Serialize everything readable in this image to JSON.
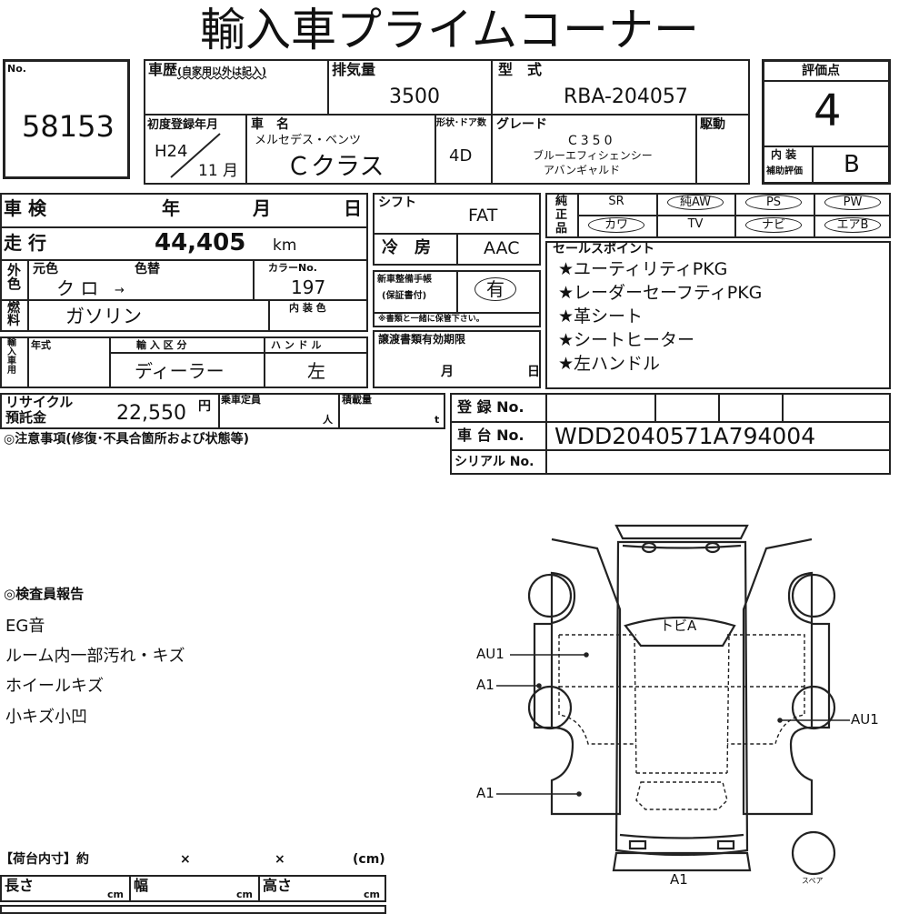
{
  "title": "輸入車プライムコーナー",
  "lot": {
    "label": "No.",
    "value": "58153"
  },
  "history": {
    "label": "車歴",
    "note": "(自家用以外は記入)",
    "value": ""
  },
  "displacement": {
    "label": "排気量",
    "value": "3500"
  },
  "model_code": {
    "label": "型　式",
    "value": "RBA-204057"
  },
  "first_reg": {
    "label": "初度登録年月",
    "year": "H24",
    "month": "11",
    "month_unit": "月"
  },
  "car_name": {
    "label": "車　名",
    "maker": "メルセデス・ベンツ",
    "model": "Ｃクラス"
  },
  "body": {
    "label": "形状･ドア数",
    "value": "4D"
  },
  "grade": {
    "label": "グレード",
    "line1": "C350",
    "line2": "ブルーエフィシェンシー",
    "line3": "アバンギャルド"
  },
  "drive": {
    "label": "駆動",
    "value": ""
  },
  "score": {
    "label": "評価点",
    "value": "4",
    "interior_label1": "内 装",
    "interior_label2": "補助評価",
    "interior_value": "B"
  },
  "inspection": {
    "label": "車 検",
    "year": "年",
    "month": "月",
    "day": "日"
  },
  "mileage": {
    "label": "走 行",
    "value": "44,405",
    "unit": "km"
  },
  "exterior": {
    "label": "外色",
    "orig_label": "元色",
    "change_label": "色替",
    "orig": "ク ロ",
    "arrow": "→",
    "color_no_label": "カラーNo.",
    "color_no": "197"
  },
  "fuel": {
    "label": "燃料",
    "value": "ガソリン",
    "interior_color_label": "内 装 色"
  },
  "import": {
    "label": "輸入車用",
    "year_label": "年式",
    "type_label": "輸 入 区 分",
    "type": "ディーラー",
    "handle_label": "ハ ン ド ル",
    "handle": "左"
  },
  "shift": {
    "label": "シフト",
    "value": "FAT"
  },
  "ac": {
    "label": "冷　房",
    "value": "AAC"
  },
  "service_book": {
    "label1": "新車整備手帳",
    "label2": "(保証書付)",
    "value": "有",
    "note": "※書類と一緒に保管下さい。"
  },
  "transfer": {
    "label": "譲渡書類有効期限",
    "month": "月",
    "day": "日"
  },
  "options": {
    "label": "純正品",
    "items": [
      {
        "t": "SR",
        "on": false
      },
      {
        "t": "純AW",
        "on": true
      },
      {
        "t": "PS",
        "on": true
      },
      {
        "t": "PW",
        "on": true
      },
      {
        "t": "カワ",
        "on": true
      },
      {
        "t": "TV",
        "on": false
      },
      {
        "t": "ナビ",
        "on": true
      },
      {
        "t": "エアB",
        "on": true
      }
    ]
  },
  "sales_points": {
    "label": "セールスポイント",
    "items": [
      "★ユーティリティPKG",
      "★レーダーセーフティPKG",
      "★革シート",
      "★シートヒーター",
      "★左ハンドル"
    ]
  },
  "recycle": {
    "label1": "リサイクル",
    "label2": "預託金",
    "value": "22,550",
    "unit": "円",
    "capacity_label": "乗車定員",
    "capacity_unit": "人",
    "load_label": "積載量",
    "load_unit": "t"
  },
  "notes_label": "◎注意事項(修復･不具合箇所および状態等)",
  "registration": {
    "reg_label": "登 録 No.",
    "chassis_label": "車 台 No.",
    "chassis": "WDD2040571A794004",
    "serial_label": "シリアル No."
  },
  "inspector": {
    "label": "◎検査員報告",
    "items": [
      "EG音",
      "ルーム内一部汚れ・キズ",
      "ホイールキズ",
      "小キズ小凹"
    ]
  },
  "cargo": {
    "label": "【荷台内寸】約",
    "x1": "×",
    "x2": "×",
    "unit": "(cm)",
    "length": "長さ",
    "width": "幅",
    "height": "高さ",
    "cm": "cm"
  },
  "diagram": {
    "windshield": "トビA",
    "marks": {
      "left_front_door": "AU1",
      "left_sill": "A1",
      "left_rear": "A1",
      "right_door": "AU1",
      "front_bumper": "A1"
    },
    "spare": "スペア"
  }
}
